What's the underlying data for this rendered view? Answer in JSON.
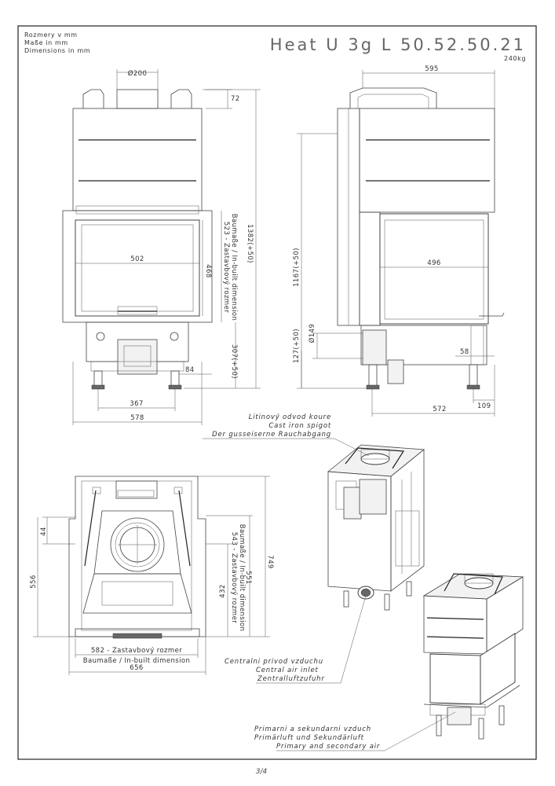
{
  "header": {
    "units": [
      "Rozmery v mm",
      "Maße in mm",
      "Dimensions in mm"
    ],
    "model": "Heat U 3g L 50.52.50.21",
    "weight": "240kg"
  },
  "front_view": {
    "spigot_diameter": "Ø200",
    "top_offset": "72",
    "glass_width": "502",
    "glass_height": "468",
    "built_in_height": "523 - Zastavbový rozmer",
    "built_in_height_2": "Baumaße / In-built dimension",
    "overall_height": "1382(+50)",
    "base_height": "307(+50)",
    "foot_offset": "84",
    "feet_span": "367",
    "overall_width": "578"
  },
  "side_view": {
    "depth_top": "595",
    "glass_width": "496",
    "overall_height": "1167(+50)",
    "inlet_diameter": "Ø149",
    "inlet_height": "127(+50)",
    "foot_offset": "58",
    "overall_depth": "572",
    "foot_depth": "109"
  },
  "plan_view": {
    "left_offset": "44",
    "left_depth": "556",
    "built_in_depth": "432",
    "built_in_depth_label": "543 - Zastavbový rozmer",
    "built_in_depth_label_2": "Baumaße / In-built dimension",
    "built_in_depth_value": "551",
    "overall_depth": "749",
    "built_in_width": "582 - Zastavbový rozmer",
    "built_in_width_2": "Baumaße / In-built dimension",
    "overall_width": "656"
  },
  "callouts": {
    "spigot": [
      "Litinový odvod koure",
      "Cast iron spigot",
      "Der gusseiserne Rauchabgang"
    ],
    "central_air": [
      "Centralni privod vzduchu",
      "Central air inlet",
      "Zentralluftzufuhr"
    ],
    "primary_air": [
      "Primarni a sekundarni vzduch",
      "Primärluft und Sekundärluft",
      "Primary and secondary air"
    ]
  },
  "footer": {
    "page": "3/4"
  }
}
